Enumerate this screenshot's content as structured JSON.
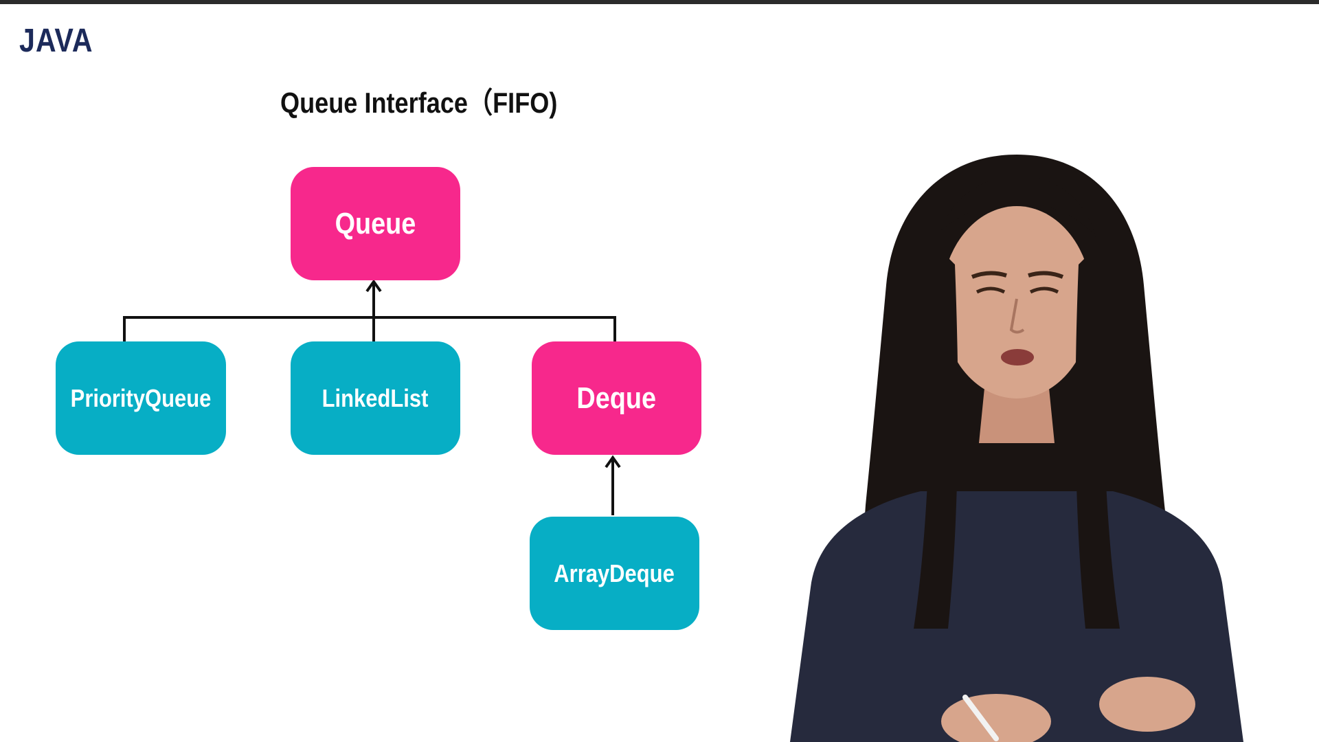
{
  "brand": "JAVA",
  "title": "Queue Interface（FIFO)",
  "diagram": {
    "nodes": {
      "queue": "Queue",
      "priority_queue": "PriorityQueue",
      "linked_list": "LinkedList",
      "deque": "Deque",
      "array_deque": "ArrayDeque"
    },
    "colors": {
      "interface": "#f7288c",
      "class": "#07aec5"
    },
    "edges": [
      [
        "PriorityQueue",
        "Queue"
      ],
      [
        "LinkedList",
        "Queue"
      ],
      [
        "Deque",
        "Queue"
      ],
      [
        "ArrayDeque",
        "Deque"
      ]
    ]
  }
}
